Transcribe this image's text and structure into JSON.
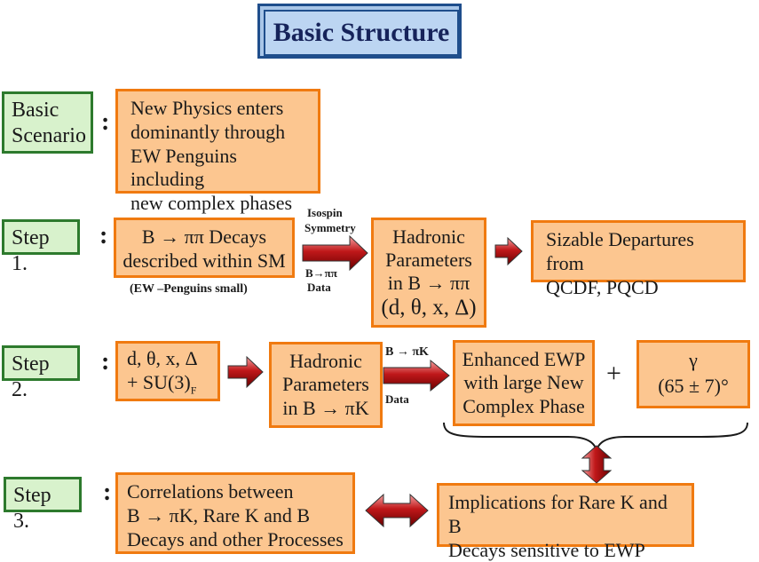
{
  "title": "Basic Structure",
  "scenario": {
    "label_line1": "Basic",
    "label_line2": "Scenario",
    "text_lines": [
      "New Physics enters",
      "dominantly through",
      "EW Penguins including",
      "new complex phases"
    ]
  },
  "step1": {
    "label": "Step 1.",
    "box_line1": "B → ππ Decays",
    "box_line2": "described within SM",
    "note": "(EW –Penguins small)",
    "arrow_top1": "Isospin",
    "arrow_top2": "Symmetry",
    "arrow_bottom1": "B→ππ",
    "arrow_bottom2": "Data",
    "hadronic_line1": "Hadronic",
    "hadronic_line2": "Parameters",
    "hadronic_line3": "in B → ππ",
    "hadronic_line4": "(d, θ, x, Δ)",
    "result_line1": "Sizable Departures from",
    "result_line2": "QCDF, PQCD"
  },
  "step2": {
    "label": "Step 2.",
    "box_line1": "d, θ, x, Δ",
    "box_line2": "+ SU(3)",
    "box_line2_sub": "F",
    "hadronic_line1": "Hadronic",
    "hadronic_line2": "Parameters",
    "hadronic_line3": "in B → πK",
    "arrow_top": "B → πK",
    "arrow_bottom": "Data",
    "ewp_line1": "Enhanced EWP",
    "ewp_line2": "with large New",
    "ewp_line3": "Complex Phase",
    "plus": "+",
    "gamma_line1": "γ",
    "gamma_line2": "(65 ± 7)°"
  },
  "step3": {
    "label": "Step 3.",
    "corr_line1": "Correlations between",
    "corr_line2": "B → πK, Rare K and B",
    "corr_line3": "Decays and other Processes",
    "impl_line1": "Implications for Rare K and B",
    "impl_line2": "Decays sensitive to EWP"
  },
  "colon": ":",
  "colors": {
    "orange_border": "#f07a10",
    "orange_fill": "#fcc690",
    "green_border": "#2d7a2d",
    "green_fill": "#d8f2cc",
    "arrow_red": "#c0181a"
  }
}
